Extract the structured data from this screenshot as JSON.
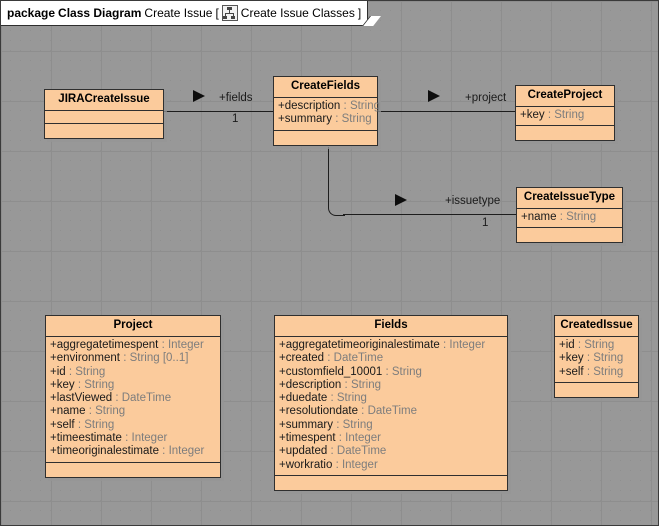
{
  "diagram": {
    "package_keyword": "package",
    "package_type": "Class Diagram",
    "package_name": "Create Issue",
    "bracket_open": "[",
    "bracket_close": "]",
    "diagram_name": "Create Issue Classes",
    "icon": "class-diagram-tree-icon",
    "colors": {
      "class_fill": "#FBCB9C",
      "class_border": "#2f2f2f",
      "canvas_bg": "#ffffff",
      "grid_dot": "#a8a8a8",
      "connector": "#1d1d1d",
      "type_text": "#7d7d7d"
    }
  },
  "classes": [
    {
      "id": "jiracreateissue",
      "name": "JIRACreateIssue",
      "attributes": [],
      "operations": []
    },
    {
      "id": "createfields",
      "name": "CreateFields",
      "attributes": [
        {
          "visibility": "+",
          "name": "description",
          "sep": " : ",
          "type": "String"
        },
        {
          "visibility": "+",
          "name": "summary",
          "sep": " : ",
          "type": "String"
        }
      ],
      "operations": []
    },
    {
      "id": "createproject",
      "name": "CreateProject",
      "attributes": [
        {
          "visibility": "+",
          "name": "key",
          "sep": " : ",
          "type": "String"
        }
      ],
      "operations": []
    },
    {
      "id": "createissuetype",
      "name": "CreateIssueType",
      "attributes": [
        {
          "visibility": "+",
          "name": "name",
          "sep": " : ",
          "type": "String"
        }
      ],
      "operations": []
    },
    {
      "id": "project",
      "name": "Project",
      "attributes": [
        {
          "visibility": "+",
          "name": "aggregatetimespent",
          "sep": " : ",
          "type": "Integer"
        },
        {
          "visibility": "+",
          "name": "environment",
          "sep": " : ",
          "type": "String [0..1]"
        },
        {
          "visibility": "+",
          "name": "id",
          "sep": " : ",
          "type": "String"
        },
        {
          "visibility": "+",
          "name": "key",
          "sep": " : ",
          "type": "String"
        },
        {
          "visibility": "+",
          "name": "lastViewed",
          "sep": " : ",
          "type": "DateTime"
        },
        {
          "visibility": "+",
          "name": "name",
          "sep": " : ",
          "type": "String"
        },
        {
          "visibility": "+",
          "name": "self",
          "sep": " : ",
          "type": "String"
        },
        {
          "visibility": "+",
          "name": "timeestimate",
          "sep": " : ",
          "type": "Integer"
        },
        {
          "visibility": "+",
          "name": "timeoriginalestimate",
          "sep": " : ",
          "type": "Integer"
        }
      ],
      "operations": []
    },
    {
      "id": "fields",
      "name": "Fields",
      "attributes": [
        {
          "visibility": "+",
          "name": "aggregatetimeoriginalestimate",
          "sep": " : ",
          "type": "Integer"
        },
        {
          "visibility": "+",
          "name": "created",
          "sep": " : ",
          "type": "DateTime"
        },
        {
          "visibility": "+",
          "name": "customfield_10001",
          "sep": " : ",
          "type": "String"
        },
        {
          "visibility": "+",
          "name": "description",
          "sep": " : ",
          "type": "String"
        },
        {
          "visibility": "+",
          "name": "duedate",
          "sep": " : ",
          "type": "String"
        },
        {
          "visibility": "+",
          "name": "resolutiondate",
          "sep": " : ",
          "type": "DateTime"
        },
        {
          "visibility": "+",
          "name": "summary",
          "sep": " : ",
          "type": "String"
        },
        {
          "visibility": "+",
          "name": "timespent",
          "sep": " : ",
          "type": "Integer"
        },
        {
          "visibility": "+",
          "name": "updated",
          "sep": " : ",
          "type": "DateTime"
        },
        {
          "visibility": "+",
          "name": "workratio",
          "sep": " : ",
          "type": "Integer"
        }
      ],
      "operations": []
    },
    {
      "id": "createdissue",
      "name": "CreatedIssue",
      "attributes": [
        {
          "visibility": "+",
          "name": "id",
          "sep": " : ",
          "type": "String"
        },
        {
          "visibility": "+",
          "name": "key",
          "sep": " : ",
          "type": "String"
        },
        {
          "visibility": "+",
          "name": "self",
          "sep": " : ",
          "type": "String"
        }
      ],
      "operations": []
    }
  ],
  "associations": [
    {
      "id": "fields-assoc",
      "source": "JIRACreateIssue",
      "target": "CreateFields",
      "role_label": "+fields",
      "multiplicity": "1"
    },
    {
      "id": "project-assoc",
      "source": "CreateFields",
      "target": "CreateProject",
      "role_label": "+project",
      "multiplicity": ""
    },
    {
      "id": "issuetype-assoc",
      "source": "CreateFields",
      "target": "CreateIssueType",
      "role_label": "+issuetype",
      "multiplicity": "1"
    }
  ]
}
